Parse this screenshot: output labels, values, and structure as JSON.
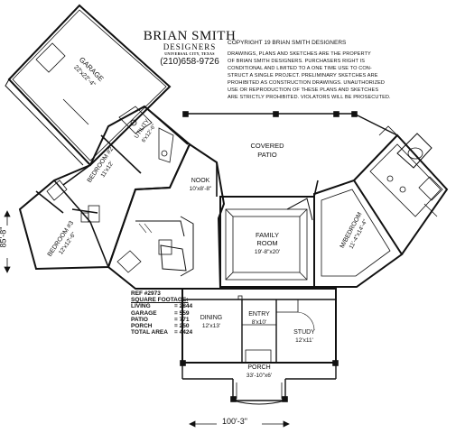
{
  "firm": {
    "name": "BRIAN SMITH",
    "subtitle": "DESIGNERS",
    "location": "UNIVERSAL CITY, TEXAS",
    "phone": "(210)658-9726"
  },
  "copyright": {
    "heading": "COPYRIGHT 19     BRIAN SMITH DESIGNERS",
    "lines": [
      "DRAWINGS, PLANS AND SKETCHES ARE THE PROPERTY",
      "OF BRIAN SMITH DESIGNERS.  PURCHASERS RIGHT IS",
      "CONDITIONAL AND LIMITED TO A ONE TIME USE TO CON-",
      "STRUCT A SINGLE PROJECT.  PRELIMINARY SKETCHES ARE",
      "PROHIBITED AS CONSTRUCTION DRAWINGS.  UNAUTHORIZED",
      "USE OR REPRODUCTION OF THESE PLANS AND SKETCHES",
      "ARE STRICTLY PROHIBITED.  VIOLATORS WILL BE PROSECUTED."
    ]
  },
  "rooms": {
    "garage": {
      "name": "GARAGE",
      "size": "22'x22'-4\""
    },
    "utility": {
      "name": "UTILITY",
      "size": "6'x12'-6\""
    },
    "bedroom2": {
      "name": "BEDROOM #2",
      "size": "11'x12'"
    },
    "bedroom3": {
      "name": "BEDROOM #3",
      "size": "12'x12'-6\""
    },
    "nook": {
      "name": "NOOK",
      "size": "10'x8'-8\""
    },
    "covered_patio": {
      "name": "COVERED",
      "name2": "PATIO"
    },
    "family": {
      "name": "FAMILY",
      "name2": "ROOM",
      "size": "19'-8\"x20'"
    },
    "master": {
      "name": "M/BEDROOM",
      "size": "11'-4\"x14'-4\""
    },
    "dining": {
      "name": "DINING",
      "size": "12'x13'"
    },
    "entry": {
      "name": "ENTRY",
      "size": "8'x10'"
    },
    "study": {
      "name": "STUDY",
      "size": "12'x11'"
    },
    "porch": {
      "name": "PORCH",
      "size": "33'-10\"x6'"
    }
  },
  "summary": {
    "ref": "REF #2973",
    "heading": "SQUARE FOOTAGE:",
    "rows": [
      {
        "label": "LIVING",
        "value": "= 2844"
      },
      {
        "label": "GARAGE",
        "value": "= 559"
      },
      {
        "label": "PATIO",
        "value": "= 771"
      },
      {
        "label": "PORCH",
        "value": "= 250"
      },
      {
        "label": "TOTAL AREA",
        "value": "= 4424"
      }
    ]
  },
  "dimensions": {
    "width": "100'-3\"",
    "depth": "85'-8\""
  }
}
